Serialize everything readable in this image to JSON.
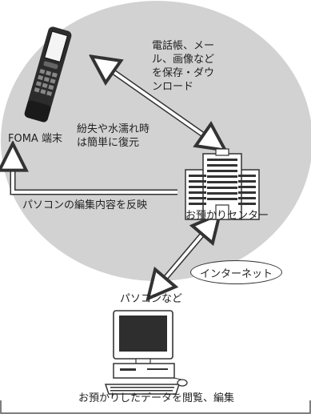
{
  "labels": {
    "download_note": "電話帳、メー\nル、画像など\nを保存・ダウ\nンロード",
    "restore_note": "紛失や水濡れ時\nは簡単に復元",
    "foma": "FOMA 端末",
    "reflect": "パソコンの編集内容を反映",
    "center": "お預かりセンター",
    "internet": "インターネット",
    "pc": "パソコンなど",
    "browse_edit": "お預かりしたデータを閲覧、編集"
  },
  "colors": {
    "cloud": "#d2d2d2",
    "arrow_fill": "#ffffff",
    "arrow_stroke": "#333333",
    "device": "#333333"
  },
  "icons": [
    "phone-icon",
    "building-icon",
    "computer-icon"
  ]
}
